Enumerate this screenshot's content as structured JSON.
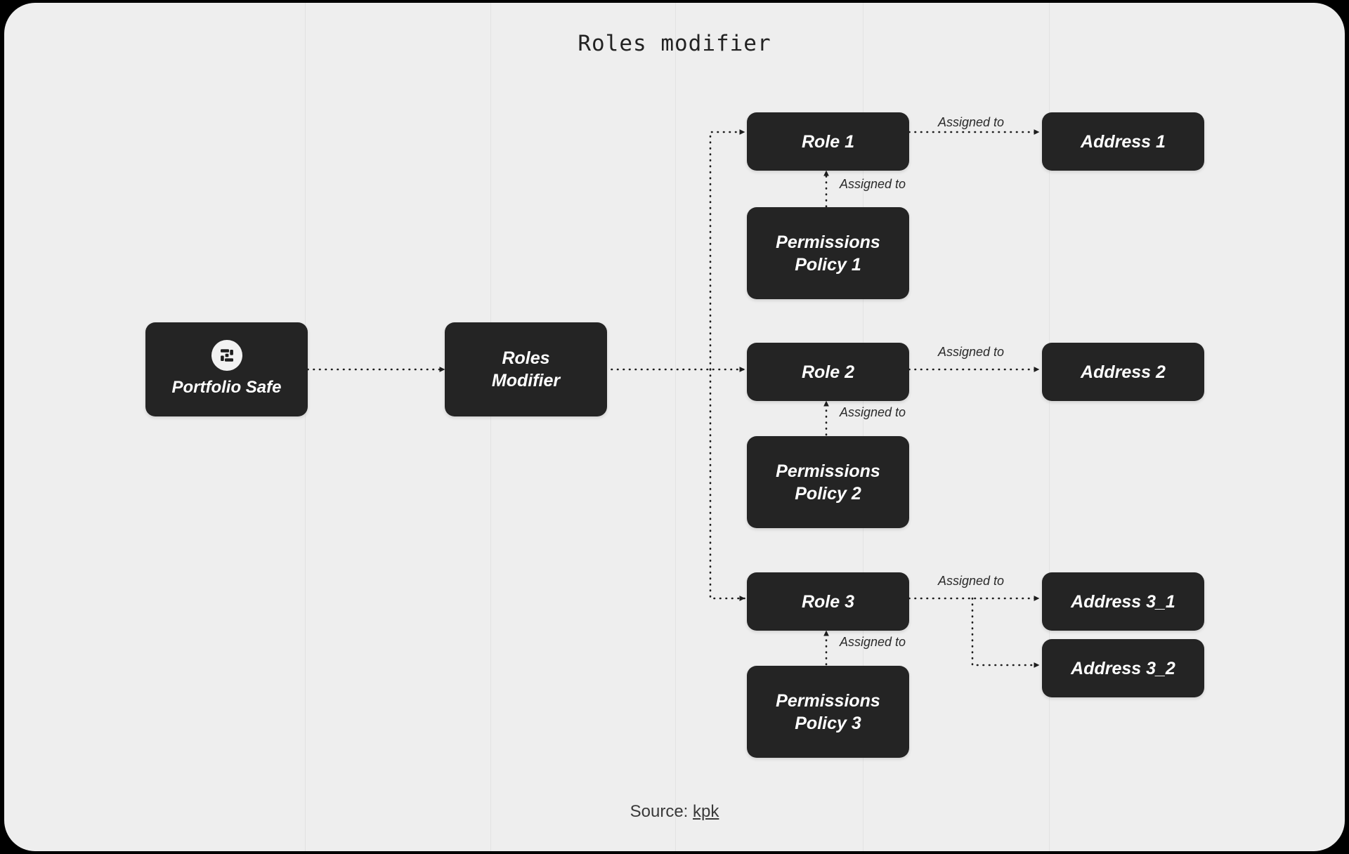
{
  "diagram": {
    "title": "Roles modifier",
    "background_color": "#eeeeee",
    "node_color": "#242424",
    "node_text_color": "#ffffff",
    "outer_color": "#000000"
  },
  "nodes": {
    "portfolio_safe": {
      "label": "Portfolio Safe",
      "icon": "safe-logo-icon"
    },
    "roles_modifier": {
      "line1": "Roles",
      "line2": "Modifier"
    },
    "role1": {
      "label": "Role 1"
    },
    "role2": {
      "label": "Role 2"
    },
    "role3": {
      "label": "Role 3"
    },
    "policy1": {
      "line1": "Permissions",
      "line2": "Policy 1"
    },
    "policy2": {
      "line1": "Permissions",
      "line2": "Policy 2"
    },
    "policy3": {
      "line1": "Permissions",
      "line2": "Policy 3"
    },
    "address1": {
      "label": "Address 1"
    },
    "address2": {
      "label": "Address 2"
    },
    "address3_1": {
      "label": "Address 3_1"
    },
    "address3_2": {
      "label": "Address 3_2"
    }
  },
  "edge_labels": {
    "role1_to_address1": "Assigned to",
    "policy1_to_role1": "Assigned to",
    "role2_to_address2": "Assigned to",
    "policy2_to_role2": "Assigned to",
    "role3_to_address3": "Assigned to",
    "policy3_to_role3": "Assigned to"
  },
  "footer": {
    "prefix": "Source: ",
    "link": "kpk"
  }
}
